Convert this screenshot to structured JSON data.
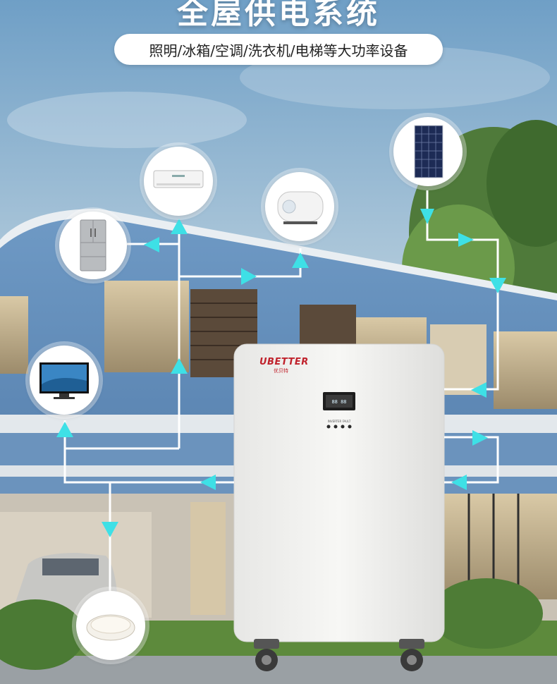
{
  "header": {
    "title": "全屋供电系统",
    "subtitle": "照明/冰箱/空调/洗衣机/电梯等大功率设备"
  },
  "device": {
    "brand": "UBETTER",
    "brand_cn": "优贝特"
  },
  "colors": {
    "arrow": "#3ee0e6",
    "line": "#ffffff",
    "cabinet": "#f2f2f0"
  },
  "icons": [
    "air-conditioner-icon",
    "refrigerator-icon",
    "water-heater-icon",
    "solar-panel-icon",
    "television-icon",
    "ceiling-lamp-icon"
  ]
}
